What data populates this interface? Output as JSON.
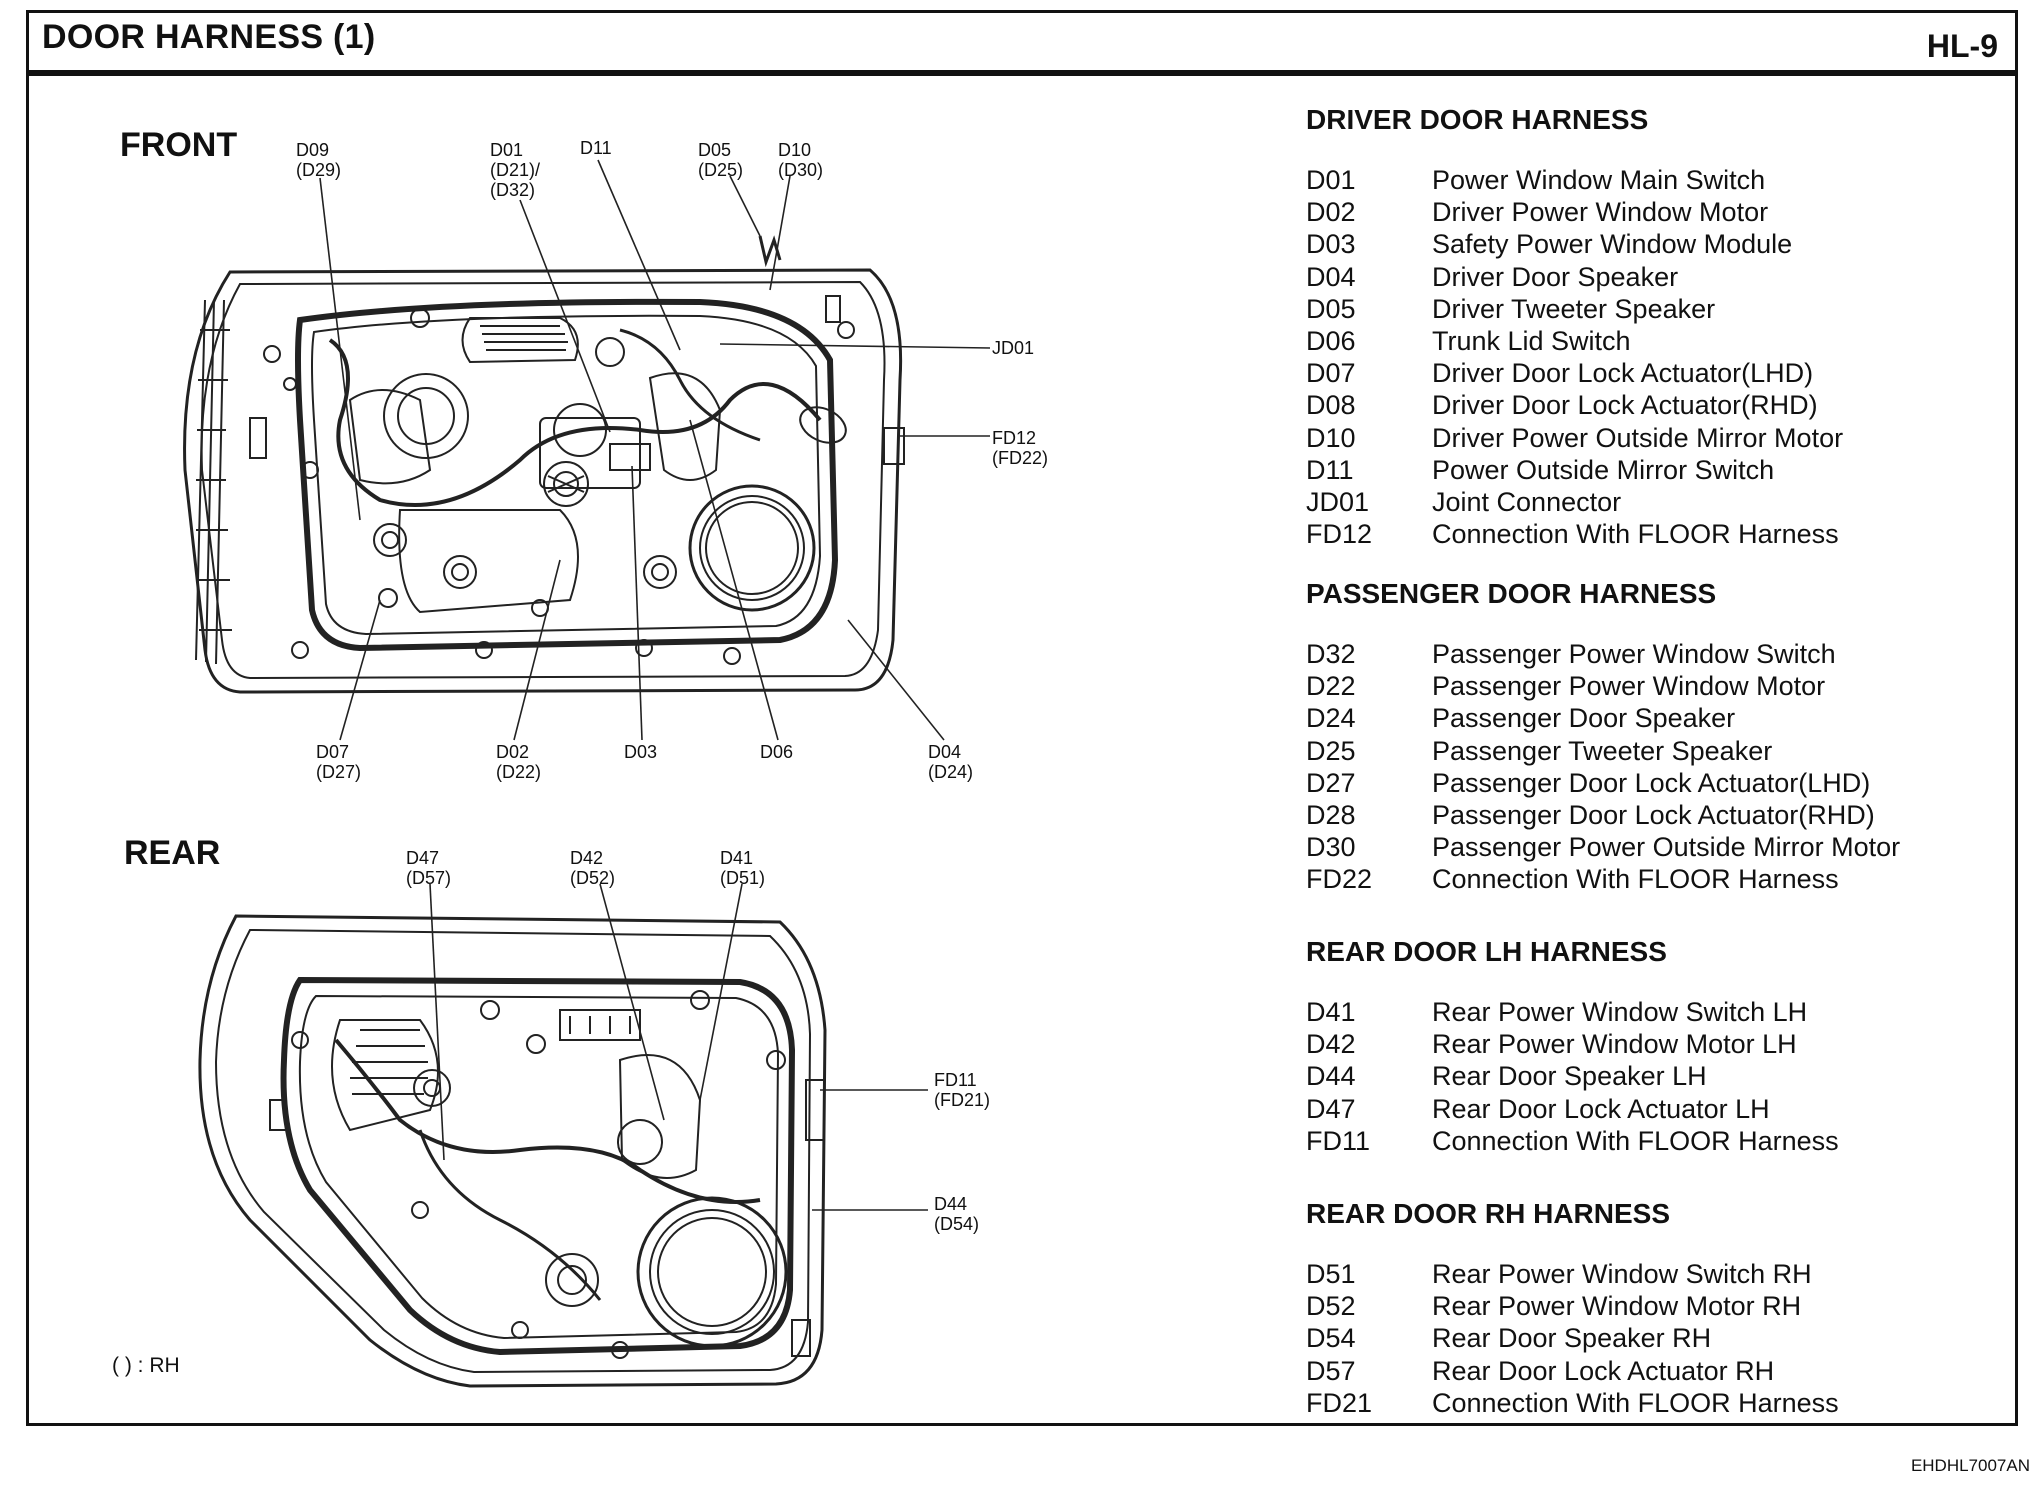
{
  "header": {
    "title": "DOOR HARNESS (1)",
    "code": "HL-9"
  },
  "front": {
    "label": "FRONT",
    "callouts": {
      "d09": [
        "D09",
        "(D29)"
      ],
      "d01": [
        "D01",
        "(D21)/",
        "(D32)"
      ],
      "d11": [
        "D11"
      ],
      "d05": [
        "D05",
        "(D25)"
      ],
      "d10": [
        "D10",
        "(D30)"
      ],
      "jd01": [
        "JD01"
      ],
      "fd12": [
        "FD12",
        "(FD22)"
      ],
      "d07": [
        "D07",
        "(D27)"
      ],
      "d02": [
        "D02",
        "(D22)"
      ],
      "d03": [
        "D03"
      ],
      "d06": [
        "D06"
      ],
      "d04": [
        "D04",
        "(D24)"
      ]
    }
  },
  "rear": {
    "label": "REAR",
    "callouts": {
      "d47": [
        "D47",
        "(D57)"
      ],
      "d42": [
        "D42",
        "(D52)"
      ],
      "d41": [
        "D41",
        "(D51)"
      ],
      "fd11": [
        "FD11",
        "(FD21)"
      ],
      "d44": [
        "D44",
        "(D54)"
      ]
    }
  },
  "legend": "( ) : RH",
  "doc_id": "EHDHL7007AN",
  "harnesses": [
    {
      "title": "DRIVER DOOR HARNESS",
      "items": [
        {
          "code": "D01",
          "desc": "Power Window Main Switch"
        },
        {
          "code": "D02",
          "desc": "Driver Power Window Motor"
        },
        {
          "code": "D03",
          "desc": "Safety Power Window Module"
        },
        {
          "code": "D04",
          "desc": "Driver Door Speaker"
        },
        {
          "code": "D05",
          "desc": "Driver Tweeter Speaker"
        },
        {
          "code": "D06",
          "desc": "Trunk Lid Switch"
        },
        {
          "code": "D07",
          "desc": "Driver Door Lock Actuator(LHD)"
        },
        {
          "code": "D08",
          "desc": "Driver Door Lock Actuator(RHD)"
        },
        {
          "code": "D10",
          "desc": "Driver Power Outside Mirror Motor"
        },
        {
          "code": "D11",
          "desc": "Power Outside Mirror Switch"
        },
        {
          "code": "JD01",
          "desc": "Joint Connector"
        },
        {
          "code": "FD12",
          "desc": "Connection With FLOOR Harness"
        }
      ]
    },
    {
      "title": "PASSENGER DOOR HARNESS",
      "items": [
        {
          "code": "D32",
          "desc": "Passenger Power Window Switch"
        },
        {
          "code": "D22",
          "desc": "Passenger Power Window Motor"
        },
        {
          "code": "D24",
          "desc": "Passenger Door Speaker"
        },
        {
          "code": "D25",
          "desc": "Passenger Tweeter Speaker"
        },
        {
          "code": "D27",
          "desc": "Passenger Door Lock Actuator(LHD)"
        },
        {
          "code": "D28",
          "desc": "Passenger Door Lock Actuator(RHD)"
        },
        {
          "code": "D30",
          "desc": "Passenger Power Outside Mirror Motor"
        },
        {
          "code": "FD22",
          "desc": "Connection With FLOOR Harness"
        }
      ]
    },
    {
      "title": "REAR DOOR LH HARNESS",
      "items": [
        {
          "code": "D41",
          "desc": "Rear Power Window Switch LH"
        },
        {
          "code": "D42",
          "desc": "Rear Power Window Motor LH"
        },
        {
          "code": "D44",
          "desc": "Rear Door Speaker LH"
        },
        {
          "code": "D47",
          "desc": "Rear Door Lock Actuator LH"
        },
        {
          "code": "FD11",
          "desc": "Connection With FLOOR Harness"
        }
      ]
    },
    {
      "title": "REAR DOOR RH HARNESS",
      "items": [
        {
          "code": "D51",
          "desc": "Rear Power Window Switch RH"
        },
        {
          "code": "D52",
          "desc": "Rear Power Window Motor RH"
        },
        {
          "code": "D54",
          "desc": "Rear Door Speaker RH"
        },
        {
          "code": "D57",
          "desc": "Rear Door Lock Actuator RH"
        },
        {
          "code": "FD21",
          "desc": "Connection With FLOOR Harness"
        }
      ]
    }
  ]
}
